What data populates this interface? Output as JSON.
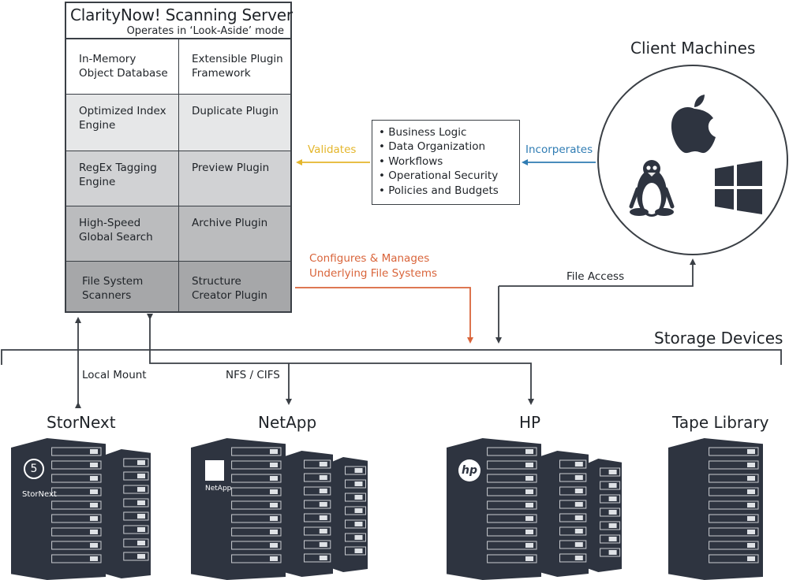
{
  "server": {
    "title": "ClarityNow! Scanning Server",
    "subtitle": "Operates in ‘Look-Aside’ mode",
    "rows": [
      {
        "left": "In-Memory\nObject Database",
        "right": "Extensible Plugin\nFramework"
      },
      {
        "left": "Optimized Index\nEngine",
        "right": "Duplicate Plugin"
      },
      {
        "left": "RegEx Tagging\nEngine",
        "right": "Preview Plugin"
      },
      {
        "left": "High-Speed\nGlobal Search",
        "right": "Archive Plugin"
      },
      {
        "left": "File System\nScanners",
        "right": "Structure\nCreator Plugin"
      }
    ],
    "row_colors": [
      "#ffffff",
      "#e6e7e8",
      "#d1d2d4",
      "#bbbcbe",
      "#a6a7a9"
    ]
  },
  "logic": {
    "items": [
      "Business Logic",
      "Data Organization",
      "Workflows",
      "Operational Security",
      "Policies and Budgets"
    ],
    "bullet": "•"
  },
  "labels": {
    "validates": "Validates",
    "incorporates": "Incorperates",
    "configures_1": "Configures & Manages",
    "configures_2": "Underlying File Systems",
    "file_access": "File Access",
    "storage_devices": "Storage Devices",
    "local_mount": "Local Mount",
    "nfs_cifs": "NFS / CIFS"
  },
  "clients": {
    "title": "Client Machines",
    "icons": [
      "apple-icon",
      "linux-tux-icon",
      "windows-icon"
    ]
  },
  "vendors": [
    {
      "name": "StorNext",
      "logo_text": "StorNext",
      "logo_badge": "5"
    },
    {
      "name": "NetApp",
      "logo_text": "NetApp"
    },
    {
      "name": "HP",
      "logo_text": "hp"
    },
    {
      "name": "Tape Library"
    }
  ],
  "colors": {
    "validates": "#e4b62b",
    "incorporates": "#2f7cb3",
    "configures": "#d9643a",
    "line": "#3a3f45",
    "rack": "#2e3440"
  }
}
